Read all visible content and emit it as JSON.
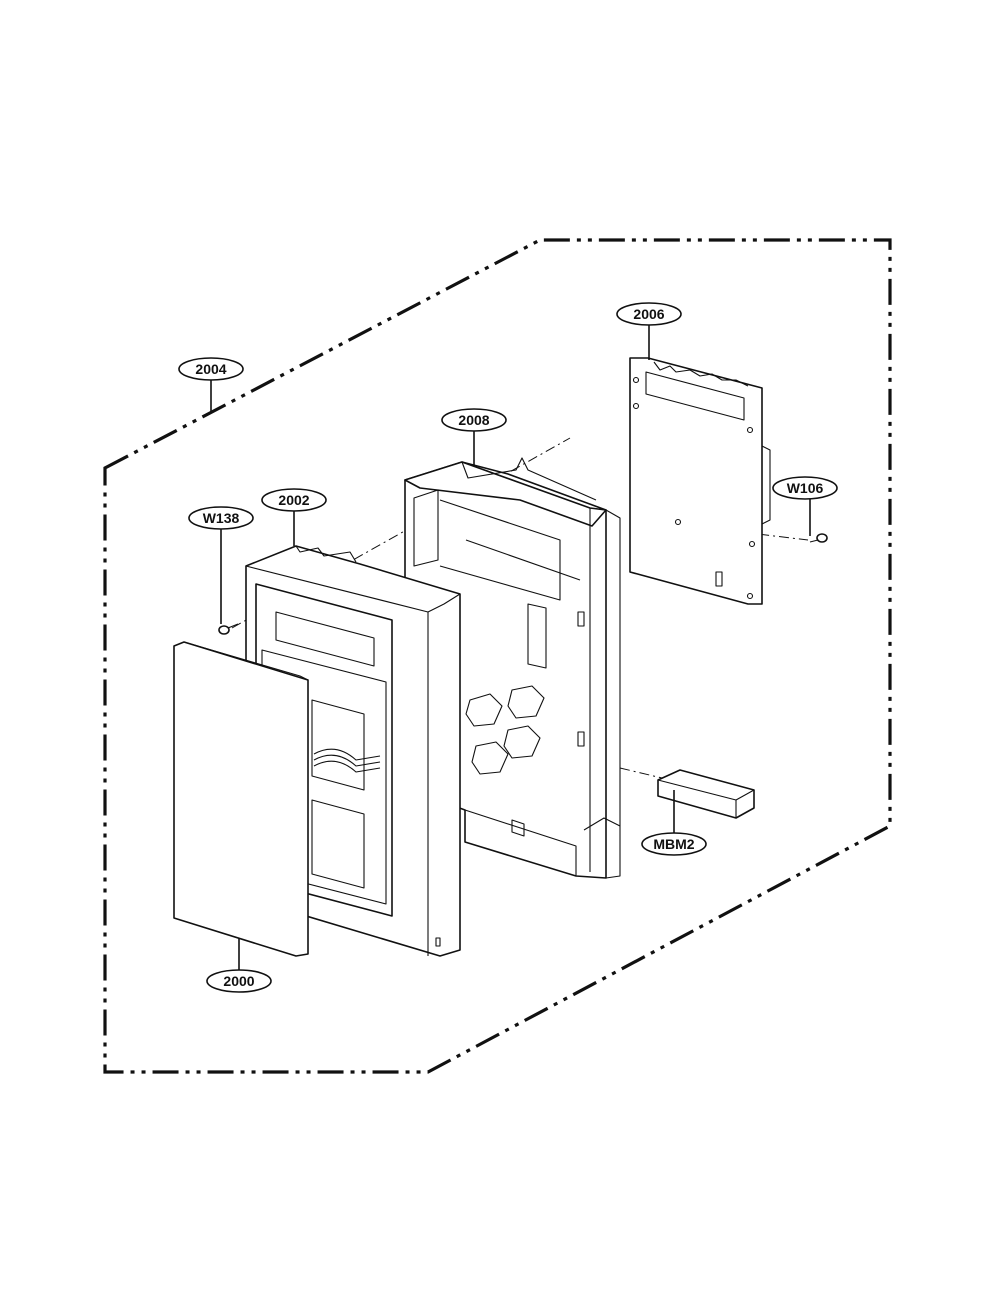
{
  "callouts": {
    "c2004": "2004",
    "c2006": "2006",
    "c2008": "2008",
    "c2002": "2002",
    "cW138": "W138",
    "cW106": "W106",
    "cMBM2": "MBM2",
    "c2000": "2000"
  }
}
